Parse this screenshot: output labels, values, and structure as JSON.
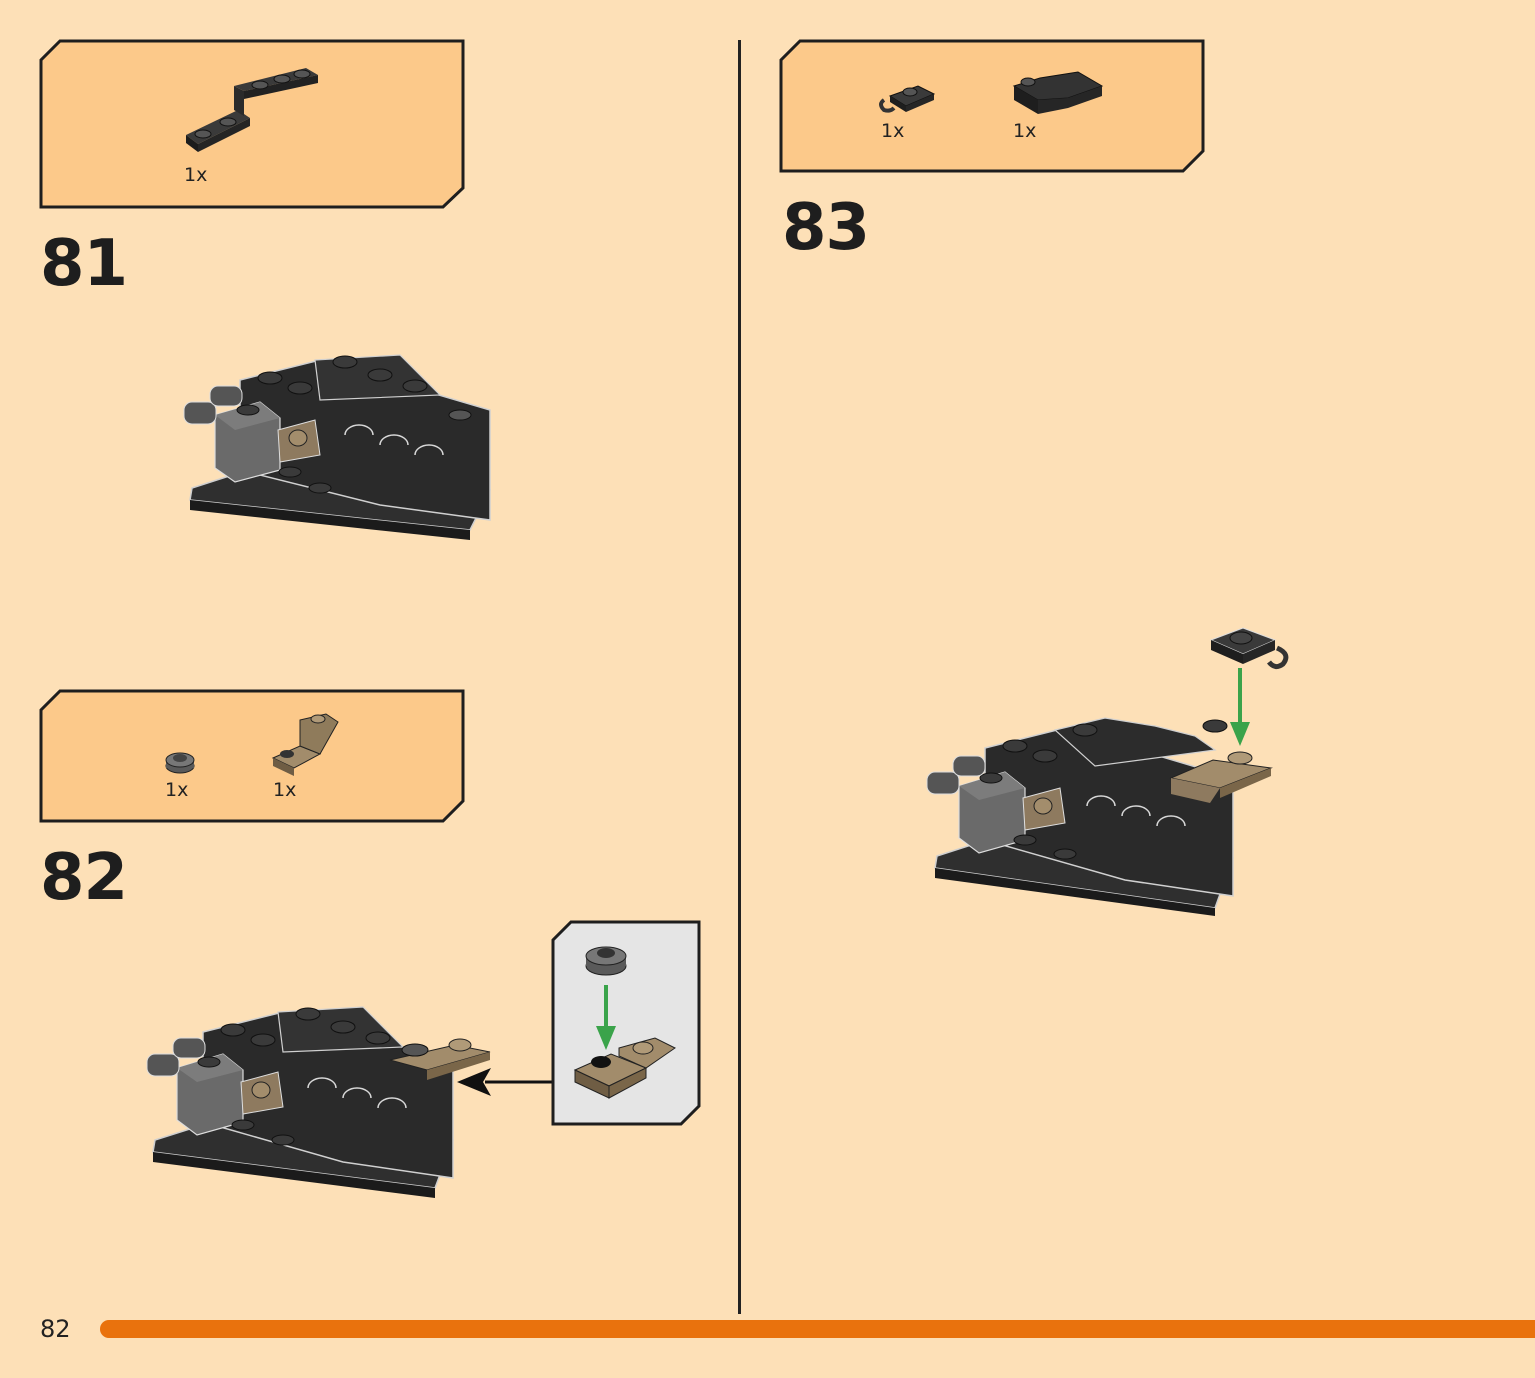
{
  "colors": {
    "page_bg": "#fde0b7",
    "parts_box_fill": "#fcc98a",
    "callout_fill": "#e5e5e5",
    "brick_black": "#2a2a2a",
    "brick_gray": "#6b6b6b",
    "brick_tan": "#8e7a5f",
    "arrow_green": "#3aa34a",
    "progress_orange": "#e9720d"
  },
  "steps": [
    {
      "number": "81",
      "parts": [
        {
          "icon": "black-bracket-plate-icon",
          "qty": "1x"
        }
      ]
    },
    {
      "number": "82",
      "parts": [
        {
          "icon": "round-plate-icon",
          "qty": "1x"
        },
        {
          "icon": "tan-bracket-icon",
          "qty": "1x"
        }
      ]
    },
    {
      "number": "83",
      "parts": [
        {
          "icon": "clip-plate-icon",
          "qty": "1x"
        },
        {
          "icon": "curved-slope-icon",
          "qty": "1x"
        }
      ]
    }
  ],
  "footer": {
    "page_number": "82",
    "progress_fraction": 1.0
  }
}
